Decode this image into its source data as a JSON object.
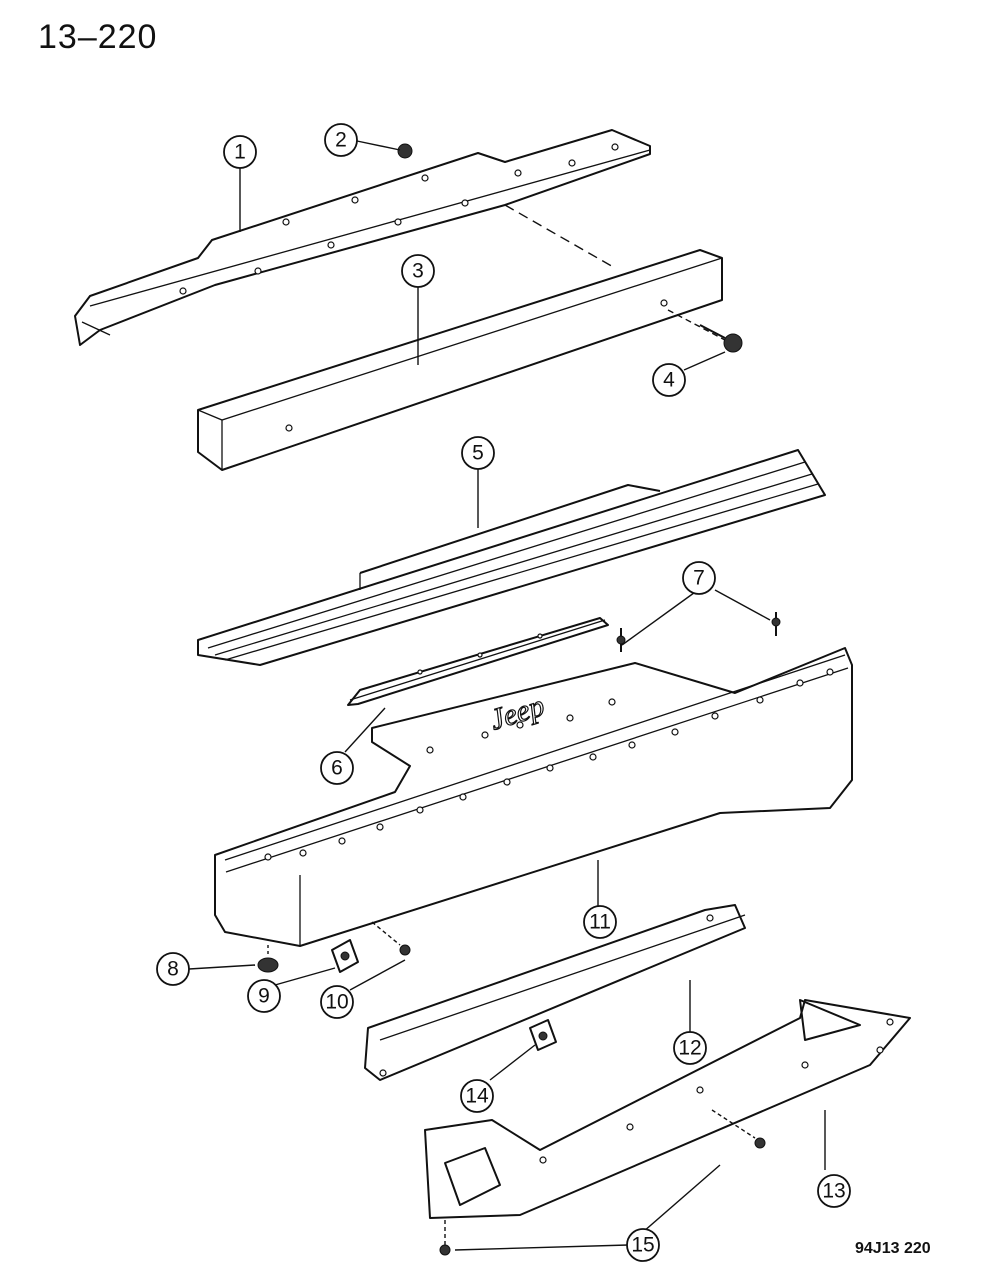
{
  "page": {
    "title": "13–220",
    "figure_code": "94J13 220"
  },
  "emblem": {
    "text": "Jeep"
  },
  "callouts": [
    "1",
    "2",
    "3",
    "4",
    "5",
    "6",
    "7",
    "8",
    "9",
    "10",
    "11",
    "12",
    "13",
    "14",
    "15"
  ]
}
